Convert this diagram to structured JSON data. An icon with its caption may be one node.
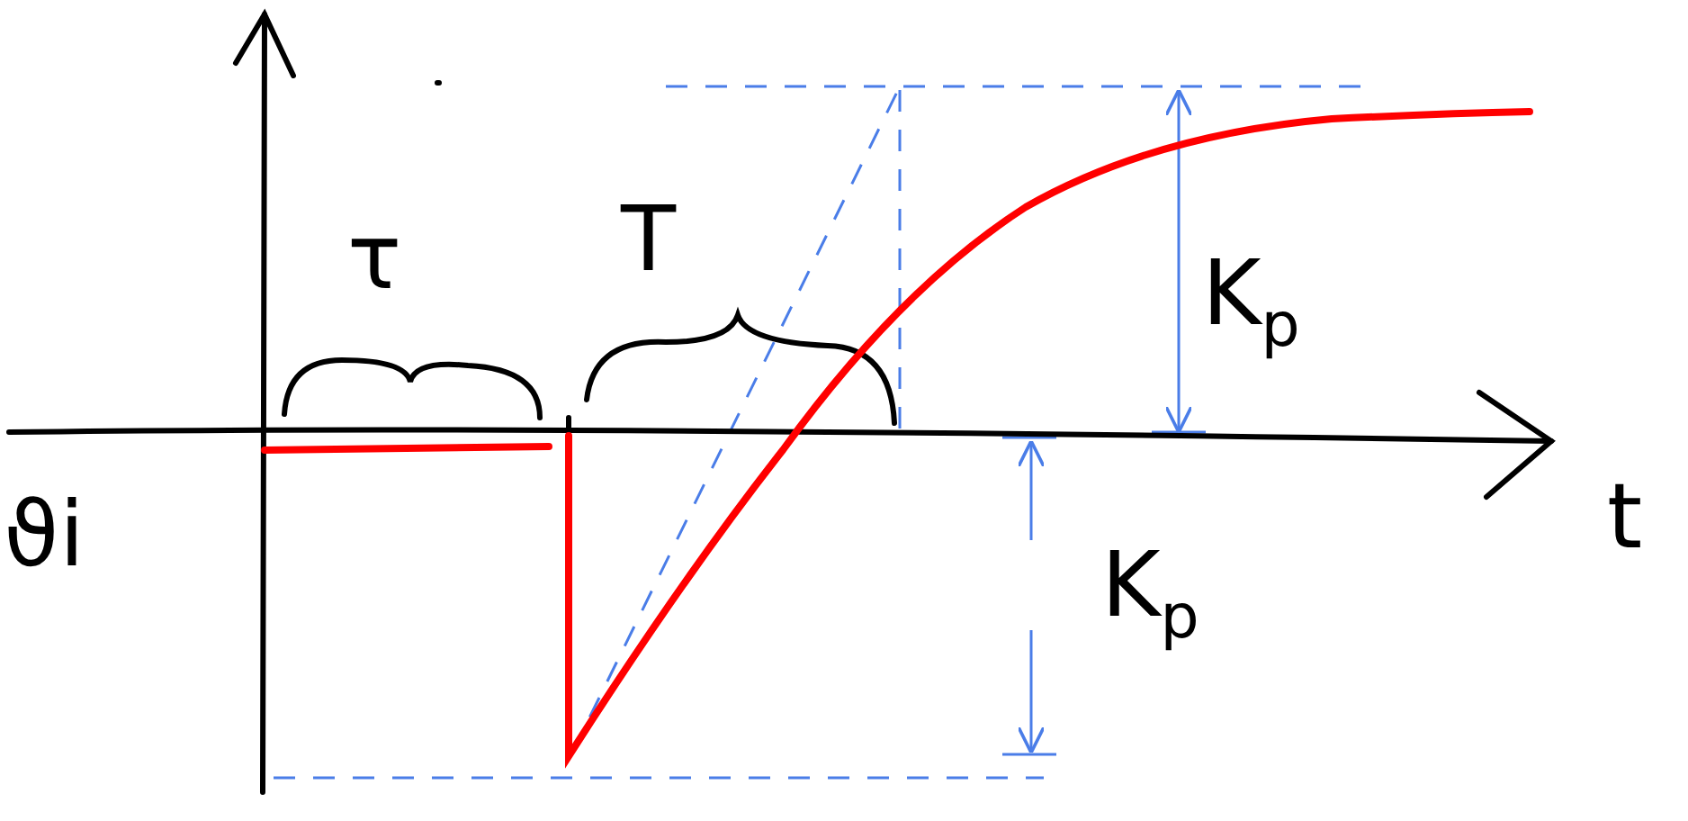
{
  "diagram": {
    "labels": [
      "τ",
      "T",
      "K$_{p}$",
      "t",
      "ϑi",
      "K$_{p}$"
    ]
  }
}
